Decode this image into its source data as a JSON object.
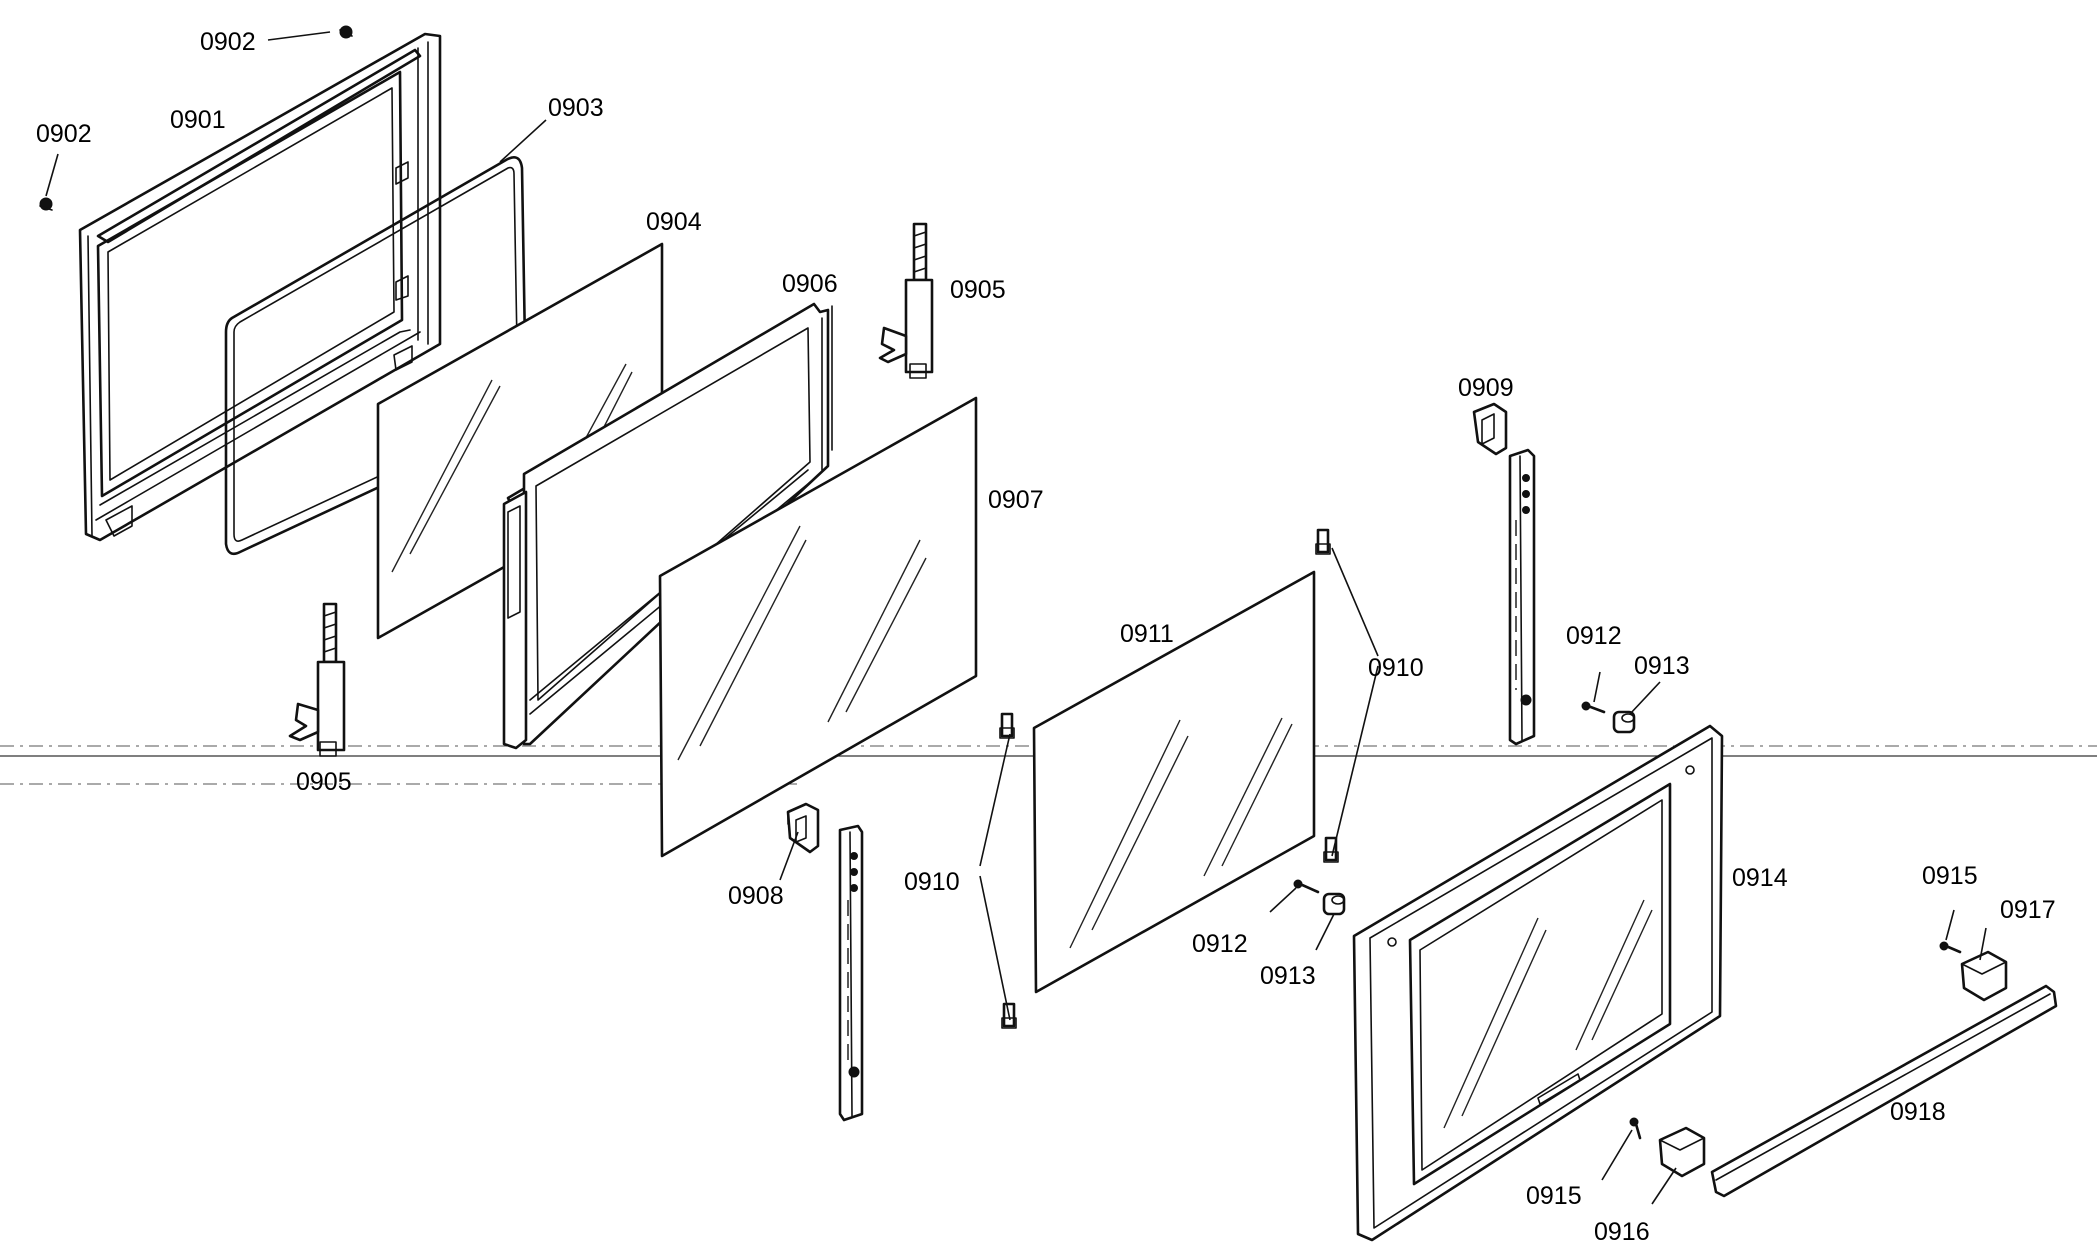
{
  "callouts": {
    "c0901": "0901",
    "c0902a": "0902",
    "c0902b": "0902",
    "c0903": "0903",
    "c0904": "0904",
    "c0905a": "0905",
    "c0905b": "0905",
    "c0906": "0906",
    "c0907": "0907",
    "c0908": "0908",
    "c0909": "0909",
    "c0910a": "0910",
    "c0910b": "0910",
    "c0911": "0911",
    "c0912a": "0912",
    "c0912b": "0912",
    "c0913a": "0913",
    "c0913b": "0913",
    "c0914": "0914",
    "c0915a": "0915",
    "c0915b": "0915",
    "c0916": "0916",
    "c0917": "0917",
    "c0918": "0918"
  }
}
